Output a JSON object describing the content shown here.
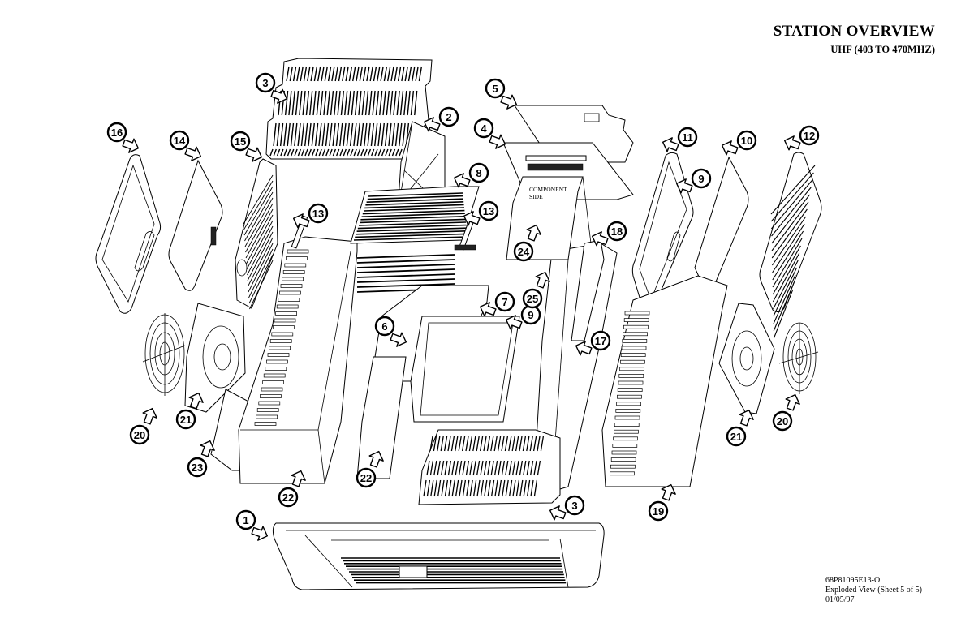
{
  "header": {
    "title": "STATION OVERVIEW",
    "subtitle": "UHF (403 TO 470MHZ)"
  },
  "doc_info": {
    "part_number": "68P81095E13-O",
    "view": "Exploded View (Sheet 5 of 5)",
    "date": "01/05/97"
  },
  "board_label": {
    "line1": "COMPONENT",
    "line2": "SIDE"
  },
  "callouts": [
    {
      "id": "c1",
      "label": "1",
      "part": "front-panel"
    },
    {
      "id": "c2",
      "label": "2",
      "part": "card-cage-bracket"
    },
    {
      "id": "c3a",
      "label": "3",
      "part": "top-vent-cover"
    },
    {
      "id": "c3b",
      "label": "3",
      "part": "bottom-vent-cover"
    },
    {
      "id": "c4",
      "label": "4",
      "part": "backplane-board"
    },
    {
      "id": "c5",
      "label": "5",
      "part": "interface-board"
    },
    {
      "id": "c6",
      "label": "6",
      "part": "module-tray"
    },
    {
      "id": "c7",
      "label": "7",
      "part": "module-bracket"
    },
    {
      "id": "c8",
      "label": "8",
      "part": "heatsink-module"
    },
    {
      "id": "c9a",
      "label": "9",
      "part": "gasket-right"
    },
    {
      "id": "c9b",
      "label": "9",
      "part": "gasket-center"
    },
    {
      "id": "c10",
      "label": "10",
      "part": "right-inner-cover"
    },
    {
      "id": "c11",
      "label": "11",
      "part": "right-frame"
    },
    {
      "id": "c12",
      "label": "12",
      "part": "right-grille-cover"
    },
    {
      "id": "c13a",
      "label": "13",
      "part": "connector-left"
    },
    {
      "id": "c13b",
      "label": "13",
      "part": "connector-right"
    },
    {
      "id": "c14",
      "label": "14",
      "part": "left-inner-cover"
    },
    {
      "id": "c15",
      "label": "15",
      "part": "left-heatsink"
    },
    {
      "id": "c16",
      "label": "16",
      "part": "left-outer-cover"
    },
    {
      "id": "c17",
      "label": "17",
      "part": "center-chassis"
    },
    {
      "id": "c18",
      "label": "18",
      "part": "chassis-rail"
    },
    {
      "id": "c19",
      "label": "19",
      "part": "right-heatsink"
    },
    {
      "id": "c20a",
      "label": "20",
      "part": "fan-guard-left"
    },
    {
      "id": "c20b",
      "label": "20",
      "part": "fan-guard-right"
    },
    {
      "id": "c21a",
      "label": "21",
      "part": "fan-left"
    },
    {
      "id": "c21b",
      "label": "21",
      "part": "fan-right"
    },
    {
      "id": "c22a",
      "label": "22",
      "part": "left-chassis"
    },
    {
      "id": "c22b",
      "label": "22",
      "part": "power-supply"
    },
    {
      "id": "c23",
      "label": "23",
      "part": "fan-bracket"
    },
    {
      "id": "c24",
      "label": "24",
      "part": "component-board"
    },
    {
      "id": "c25",
      "label": "25",
      "part": "module-clip"
    }
  ]
}
